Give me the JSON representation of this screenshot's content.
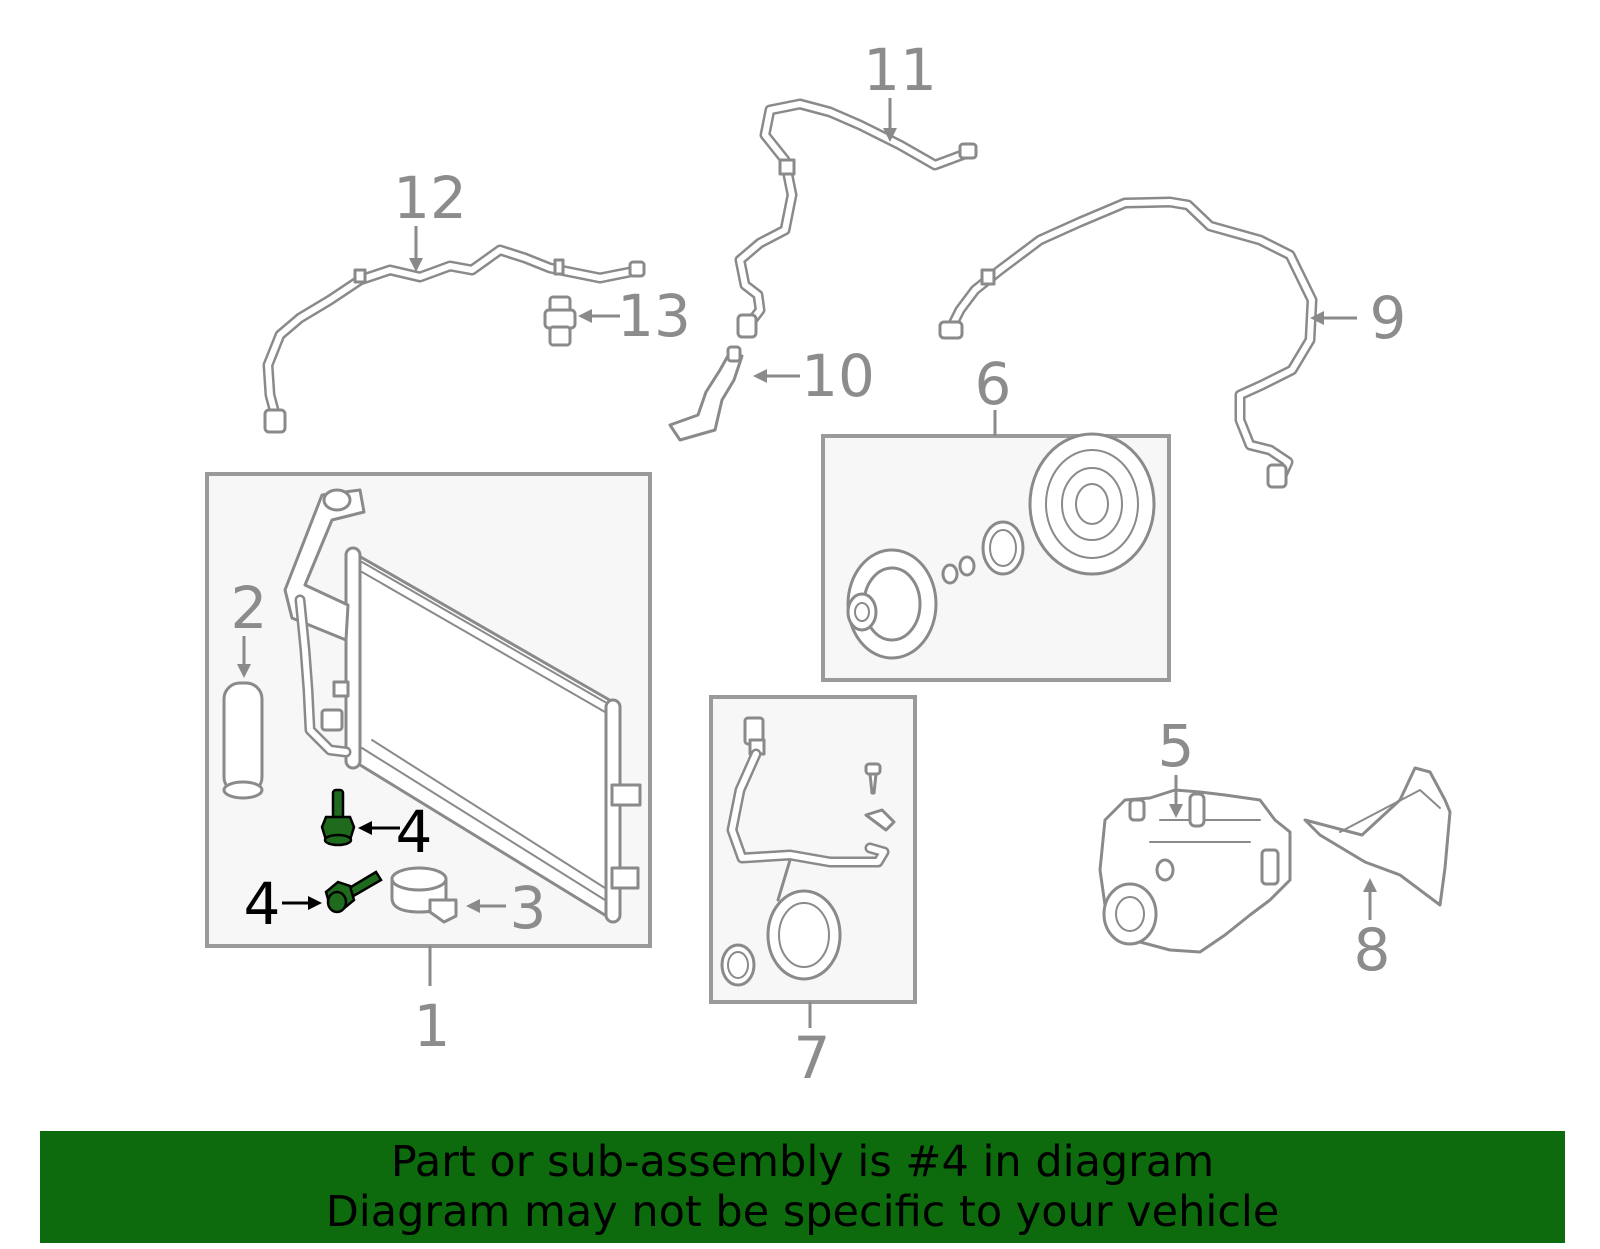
{
  "callouts": {
    "c1": "1",
    "c2": "2",
    "c3": "3",
    "c4a": "4",
    "c4b": "4",
    "c5": "5",
    "c6": "6",
    "c7": "7",
    "c8": "8",
    "c9": "9",
    "c10": "10",
    "c11": "11",
    "c12": "12",
    "c13": "13"
  },
  "highlighted_part": "4",
  "colors": {
    "banner_bg": "#0d6a0d",
    "highlight_part": "#1e6b1e",
    "line_art": "#8a8a8a",
    "box_fill": "#f7f7f7"
  },
  "banner": {
    "line1": "Part or sub-assembly is #4 in diagram",
    "line2": "Diagram may not be specific to your vehicle"
  }
}
